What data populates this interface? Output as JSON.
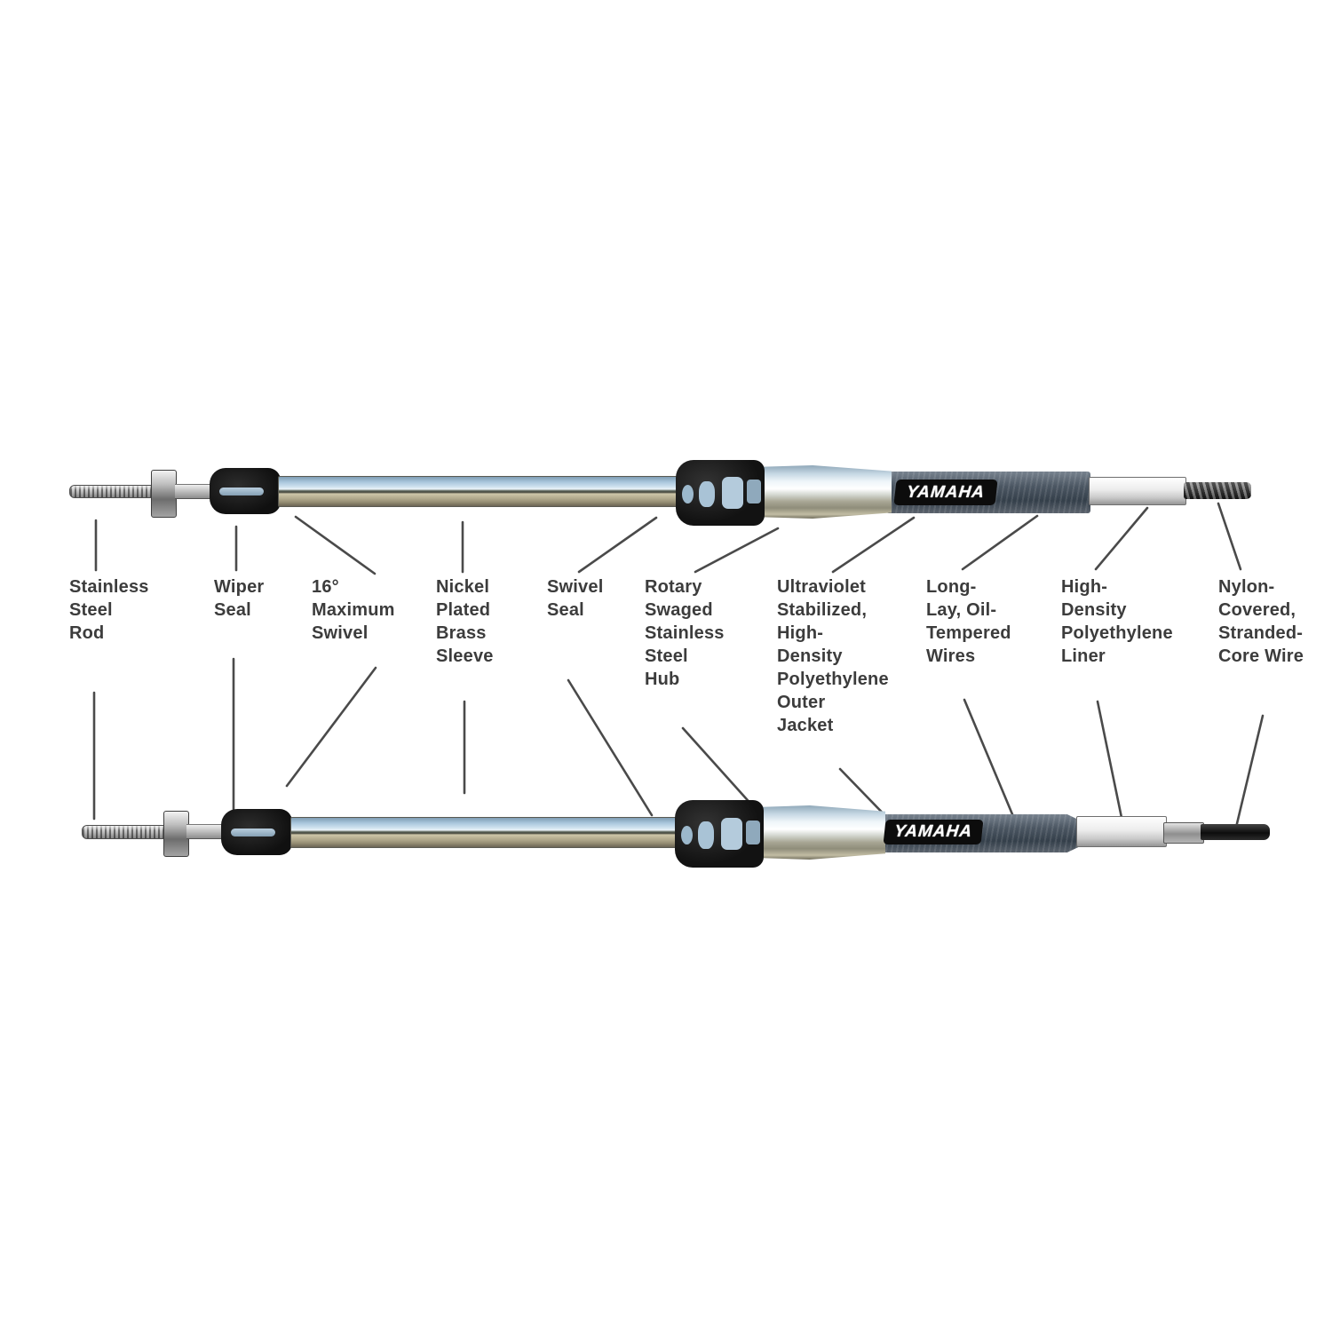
{
  "diagram": {
    "description": "Yamaha control cable construction cutaway diagram, two cables with labeled parts",
    "brand_label": "YAMAHA",
    "labels": [
      {
        "name": "stainless-steel-rod",
        "text": "Stainless\nSteel\nRod"
      },
      {
        "name": "wiper-seal",
        "text": "Wiper\nSeal"
      },
      {
        "name": "maximum-swivel",
        "text": "16°\nMaximum\nSwivel"
      },
      {
        "name": "nickel-plated-brass-sleeve",
        "text": "Nickel\nPlated\nBrass\nSleeve"
      },
      {
        "name": "swivel-seal",
        "text": "Swivel\nSeal"
      },
      {
        "name": "rotary-swaged-stainless-steel-hub",
        "text": "Rotary\nSwaged\nStainless\nSteel\nHub"
      },
      {
        "name": "uv-hdpe-outer-jacket",
        "text": "Ultraviolet\nStabilized,\nHigh-\nDensity\nPolyethylene\nOuter\nJacket"
      },
      {
        "name": "long-lay-oil-tempered-wires",
        "text": "Long-\nLay, Oil-\nTempered\nWires"
      },
      {
        "name": "hdpe-liner",
        "text": "High-\nDensity\nPolyethylene\nLiner"
      },
      {
        "name": "nylon-covered-stranded-core-wire",
        "text": "Nylon-\nCovered,\nStranded-\nCore Wire"
      }
    ],
    "colors": {
      "label_text": "#3c3c3c",
      "leader_line": "#4a4a4a",
      "seal_black": "#101010",
      "sleeve_steel_blue": "#aac7dd",
      "sleeve_brass": "#b5ad90",
      "jacket_slate": "#4c5763",
      "brand_bg": "#0c0c0c",
      "brand_text": "#ffffff"
    }
  }
}
